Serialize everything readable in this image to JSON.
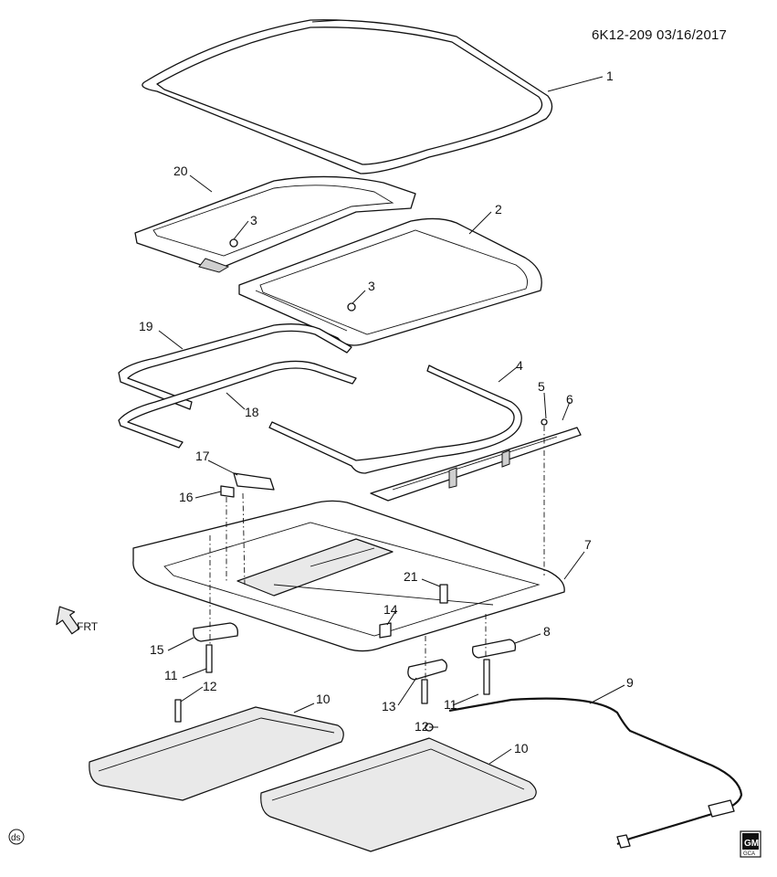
{
  "header": {
    "diagram_code": "6K12-209",
    "date": "03/16/2017"
  },
  "callouts": [
    "1",
    "20",
    "3",
    "2",
    "3",
    "19",
    "18",
    "4",
    "5",
    "6",
    "17",
    "16",
    "7",
    "21",
    "14",
    "8",
    "15",
    "11",
    "12",
    "10",
    "9",
    "13",
    "11",
    "12",
    "10"
  ],
  "orientation_marker": {
    "label": "FRT"
  },
  "corner_mark": {
    "label": "ds"
  },
  "logo": {
    "top": "GM",
    "bottom": "GCA"
  }
}
